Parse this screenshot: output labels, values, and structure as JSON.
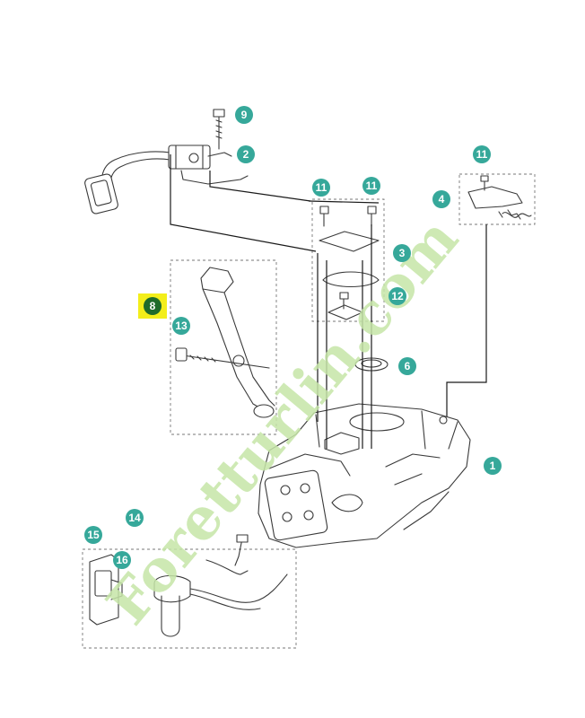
{
  "callouts": [
    {
      "id": "c1",
      "label": "1"
    },
    {
      "id": "c2",
      "label": "2"
    },
    {
      "id": "c3",
      "label": "3"
    },
    {
      "id": "c4",
      "label": "4"
    },
    {
      "id": "c6",
      "label": "6"
    },
    {
      "id": "c8",
      "label": "8"
    },
    {
      "id": "c9",
      "label": "9"
    },
    {
      "id": "c11a",
      "label": "11"
    },
    {
      "id": "c11b",
      "label": "11"
    },
    {
      "id": "c11c",
      "label": "11"
    },
    {
      "id": "c12",
      "label": "12"
    },
    {
      "id": "c13",
      "label": "13"
    },
    {
      "id": "c14",
      "label": "14"
    },
    {
      "id": "c15",
      "label": "15"
    },
    {
      "id": "c16",
      "label": "16"
    }
  ],
  "watermark": {
    "text": "Foretturlin.com"
  },
  "colors": {
    "callout_teal": "#36a89a",
    "callout_highlight_bg": "#f3ee1a",
    "callout_highlight_circle": "#1f6b2a",
    "watermark_green": "#c6e6a8",
    "watermark_tan": "#d8cfb8",
    "line": "#3a3a3a"
  }
}
